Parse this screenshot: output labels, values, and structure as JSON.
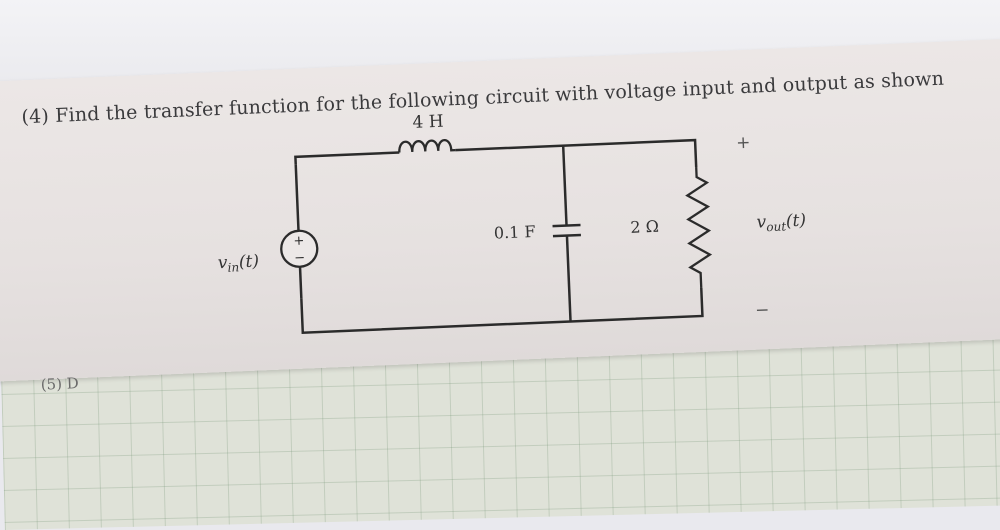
{
  "question": {
    "text": "(4) Find the transfer function for the following circuit with voltage input and output as shown"
  },
  "circuit": {
    "inductor_label": "4 H",
    "capacitor_label": "0.1 F",
    "resistor_label": "2 Ω",
    "input_label": "v",
    "input_sub": "in",
    "input_arg": "(t)",
    "output_label": "v",
    "output_sub": "out",
    "output_arg": "(t)",
    "plus_sign": "+",
    "minus_sign": "−",
    "source_plus": "+",
    "source_minus": "−"
  },
  "next_question_fragment": "(5) D"
}
